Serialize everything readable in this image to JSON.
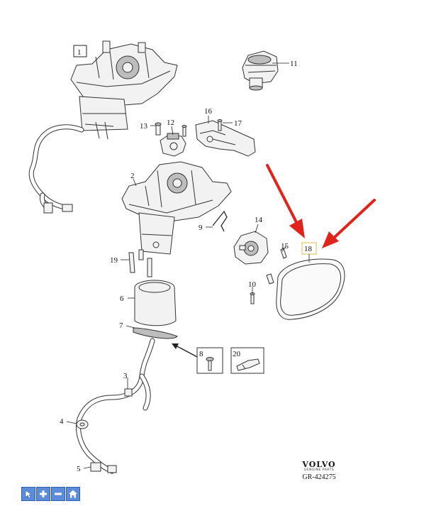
{
  "callouts": {
    "c1": "1",
    "c2": "2",
    "c3": "3",
    "c4": "4",
    "c5": "5",
    "c6": "6",
    "c7": "7",
    "c8": "8",
    "c9": "9",
    "c10": "10",
    "c11": "11",
    "c12": "12",
    "c13": "13",
    "c14": "14",
    "c15": "15",
    "c16": "16",
    "c17": "17",
    "c18": "18",
    "c19": "19",
    "c20": "20"
  },
  "brand": {
    "logo": "VOLVO",
    "tagline": "GENUINE PARTS",
    "diagram_id": "GR-424275"
  },
  "colors": {
    "arrow": "#e0241b",
    "highlight_box": "#e8c46a",
    "toolbar_bg": "#5b8bd9"
  },
  "toolbar": [
    {
      "icon": "pointer-icon"
    },
    {
      "icon": "zoom-in-icon"
    },
    {
      "icon": "zoom-out-icon"
    },
    {
      "icon": "home-icon"
    }
  ]
}
